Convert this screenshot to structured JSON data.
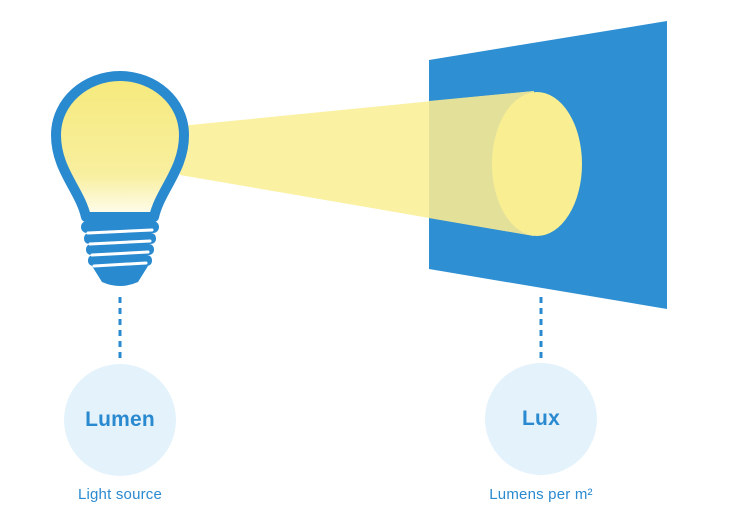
{
  "labels": {
    "lumen": {
      "title": "Lumen",
      "caption": "Light source"
    },
    "lux": {
      "title": "Lux",
      "caption": "Lumens per m²"
    }
  },
  "colors": {
    "accent_blue": "#2a8ad0",
    "panel_blue": "#2e8fd3",
    "light_yellow": "#fbf3a0",
    "bulb_glow": "#f7ea7d",
    "circle_bg": "#e4f2fc"
  },
  "icons": {
    "source": "light-bulb-icon",
    "surface": "illuminated-surface-panel"
  }
}
